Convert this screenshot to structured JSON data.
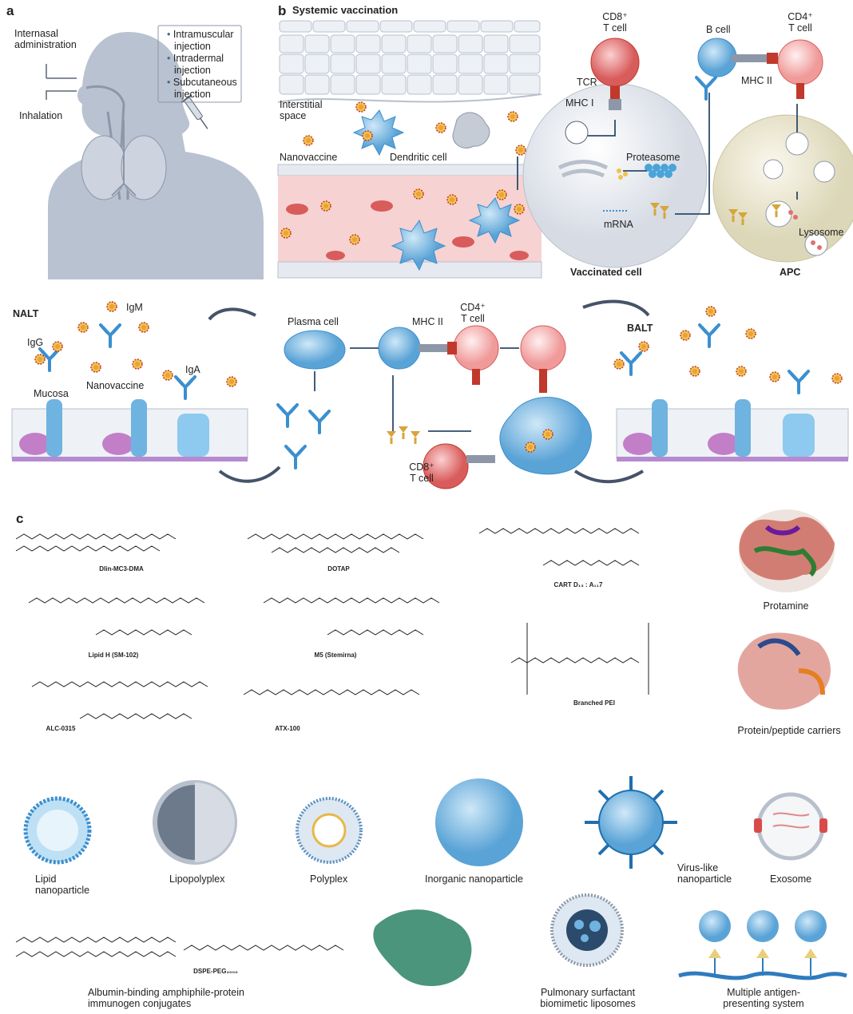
{
  "panels": {
    "a": "a",
    "b": "b",
    "b_title": "Systemic vaccination",
    "c": "c"
  },
  "panel_a": {
    "intranasal": "Internasal\nadministration",
    "inhalation": "Inhalation",
    "routes": [
      "Intramuscular injection",
      "Intradermal injection",
      "Subcutaneous injection"
    ]
  },
  "panel_b": {
    "interstitial": "Interstitial\nspace",
    "nanovaccine": "Nanovaccine",
    "dendritic": "Dendritic cell",
    "cd8": "CD8⁺\nT cell",
    "tcr": "TCR",
    "mhc1": "MHC I",
    "proteasome": "Proteasome",
    "mrna": "mRNA",
    "vaccinated": "Vaccinated cell",
    "bcell": "B cell",
    "cd4": "CD4⁺\nT cell",
    "mhc2": "MHC II",
    "lysosome": "Lysosome",
    "apc": "APC"
  },
  "mucosal": {
    "nalt": "NALT",
    "balt": "BALT",
    "igg": "IgG",
    "igm": "IgM",
    "iga": "IgA",
    "mucosa": "Mucosa",
    "nanovaccine": "Nanovaccine",
    "plasma": "Plasma cell",
    "mhc2": "MHC II",
    "cd4": "CD4⁺\nT cell",
    "cd8": "CD8⁺\nT cell"
  },
  "panel_c": {
    "chemicals": [
      "Dlin-MC3-DMA",
      "DOTAP",
      "CART D₁₃ : A₁₁7",
      "Lipid H (SM-102)",
      "M5 (Stemirna)",
      "ALC-0315",
      "ATX-100",
      "Branched PEI",
      "DSPE-PEG₂₀₀₀"
    ],
    "proteins": [
      "Protamine",
      "Protein/peptide carriers"
    ],
    "carriers": [
      "Lipid\nnanoparticle",
      "Lipopolyplex",
      "Polyplex",
      "Inorganic nanoparticle",
      "Virus-like\nnanoparticle",
      "Exosome"
    ],
    "bottom": [
      "Albumin-binding amphiphile-protein\nimmunogen conjugates",
      "Pulmonary surfactant\nbiomimetic liposomes",
      "Multiple antigen-\npresenting system"
    ]
  },
  "colors": {
    "cd8": "#e07070",
    "cd4": "#f4a7a7",
    "bcell": "#6fb3e0",
    "apc_bg": "#ece9d6",
    "vessel": "#f6c6c6",
    "nanovaccine": "#f2c14e",
    "receptor": "#c0392b",
    "silhouette": "#b9c2d0"
  }
}
